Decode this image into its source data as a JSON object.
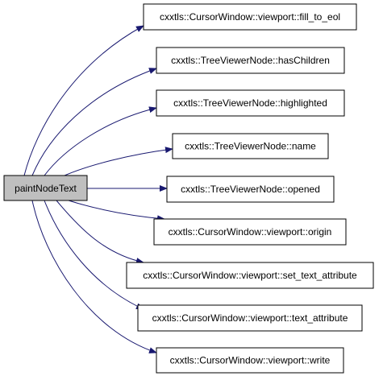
{
  "graph": {
    "source": {
      "label": "paintNodeText",
      "fill": "#bfbfbf",
      "stroke": "#000000"
    },
    "targets": [
      {
        "label": "cxxtls::CursorWindow::viewport::fill_to_eol"
      },
      {
        "label": "cxxtls::TreeViewerNode::hasChildren"
      },
      {
        "label": "cxxtls::TreeViewerNode::highlighted"
      },
      {
        "label": "cxxtls::TreeViewerNode::name"
      },
      {
        "label": "cxxtls::TreeViewerNode::opened"
      },
      {
        "label": "cxxtls::CursorWindow::viewport::origin"
      },
      {
        "label": "cxxtls::CursorWindow::viewport::set_text_attribute"
      },
      {
        "label": "cxxtls::CursorWindow::viewport::text_attribute"
      },
      {
        "label": "cxxtls::CursorWindow::viewport::write"
      }
    ],
    "edge_color": "#191970",
    "node_fill": "#ffffff",
    "node_stroke": "#000000"
  }
}
